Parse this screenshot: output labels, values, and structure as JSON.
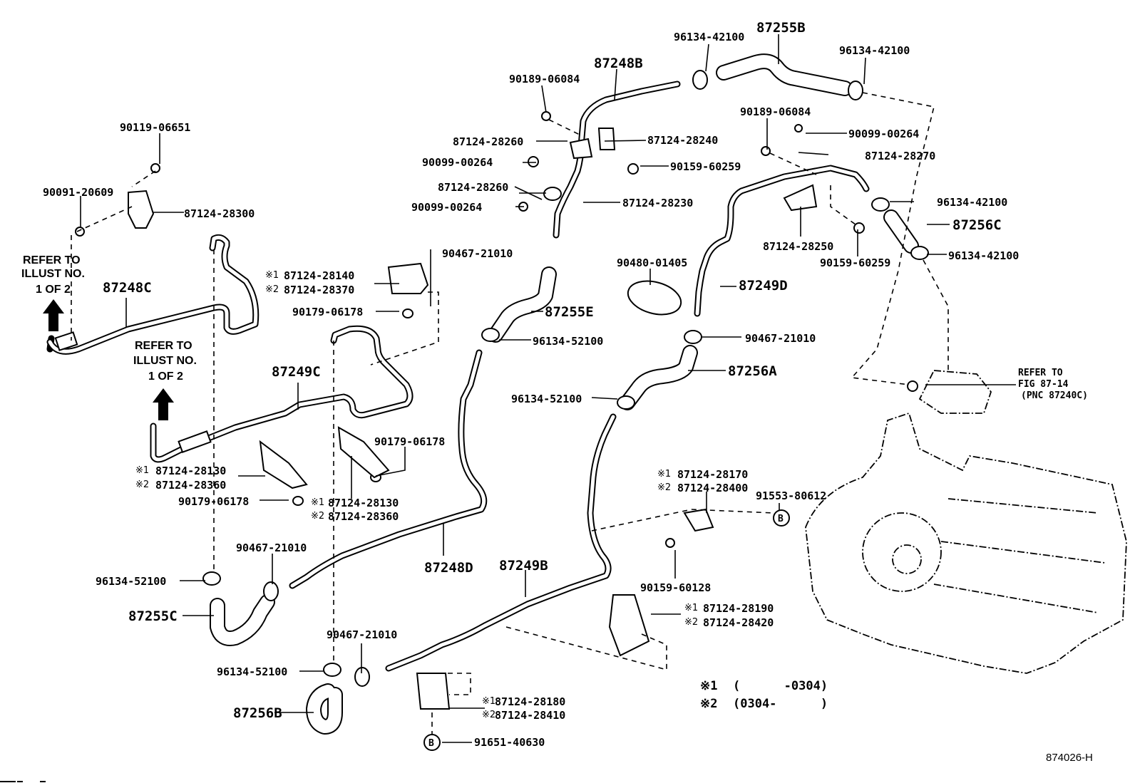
{
  "diagram": {
    "title_id": "874026-H",
    "refer_to_1": [
      "REFER TO",
      "ILLUST NO.",
      "1 OF 2"
    ],
    "refer_to_2": [
      "REFER TO",
      "ILLUST NO.",
      "1 OF 2"
    ],
    "refer_fig": [
      "REFER TO",
      "FIG 87-14",
      "(PNC 87240C)"
    ],
    "notes": [
      {
        "mark": "※1",
        "text": "(      -0304)"
      },
      {
        "mark": "※2",
        "text": "(0304-      )"
      }
    ],
    "pipes_hoses": {
      "p87248C": "87248C",
      "p87249C": "87249C",
      "p87248B": "87248B",
      "p87255B": "87255B",
      "p87255E": "87255E",
      "p87249D": "87249D",
      "p87256C": "87256C",
      "p87256A": "87256A",
      "p87248D": "87248D",
      "p87249B": "87249B",
      "p87255C": "87255C",
      "p87256B": "87256B"
    },
    "parts": {
      "a90119_06651": "90119-06651",
      "a90091_20609": "90091-20609",
      "a87124_28300": "87124-28300",
      "a87124_28140": "87124-28140",
      "a87124_28370": "87124-28370",
      "a90179_06178_top": "90179-06178",
      "a90189_06084_l": "90189-06084",
      "a87124_28260_a": "87124-28260",
      "a90099_00264_a": "90099-00264",
      "a87124_28260_b": "87124-28260",
      "a90099_00264_b": "90099-00264",
      "a87124_28240": "87124-28240",
      "a90159_60259_a": "90159-60259",
      "a87124_28230": "87124-28230",
      "a90467_21010_a": "90467-21010",
      "a96134_42100_a": "96134-42100",
      "a96134_42100_b": "96134-42100",
      "a90189_06084_r": "90189-06084",
      "a90099_00264_c": "90099-00264",
      "a87124_28270": "87124-28270",
      "a96134_42100_c": "96134-42100",
      "a87124_28250": "87124-28250",
      "a90159_60259_b": "90159-60259",
      "a96134_42100_d": "96134-42100",
      "a90480_01405": "90480-01405",
      "a96134_52100_a": "96134-52100",
      "a90467_21010_b": "90467-21010",
      "a96134_52100_b": "96134-52100",
      "a90179_06178_mid": "90179-06178",
      "a87124_28130_l": "87124-28130",
      "a87124_28360_l": "87124-28360",
      "a90179_06178_low": "90179-06178",
      "a87124_28130_r": "87124-28130",
      "a87124_28360_r": "87124-28360",
      "a87124_28170": "87124-28170",
      "a87124_28400": "87124-28400",
      "a91553_80612": "91553-80612",
      "a90159_60128": "90159-60128",
      "a90467_21010_c": "90467-21010",
      "a96134_52100_c": "96134-52100",
      "a87124_28190": "87124-28190",
      "a87124_28420": "87124-28420",
      "a90467_21010_d": "90467-21010",
      "a96134_52100_d": "96134-52100",
      "a87124_28180": "87124-28180",
      "a87124_28410": "87124-28410",
      "a91651_40630": "91651-40630"
    },
    "marks": {
      "m1": "※1",
      "m2": "※2",
      "b": "B"
    }
  }
}
